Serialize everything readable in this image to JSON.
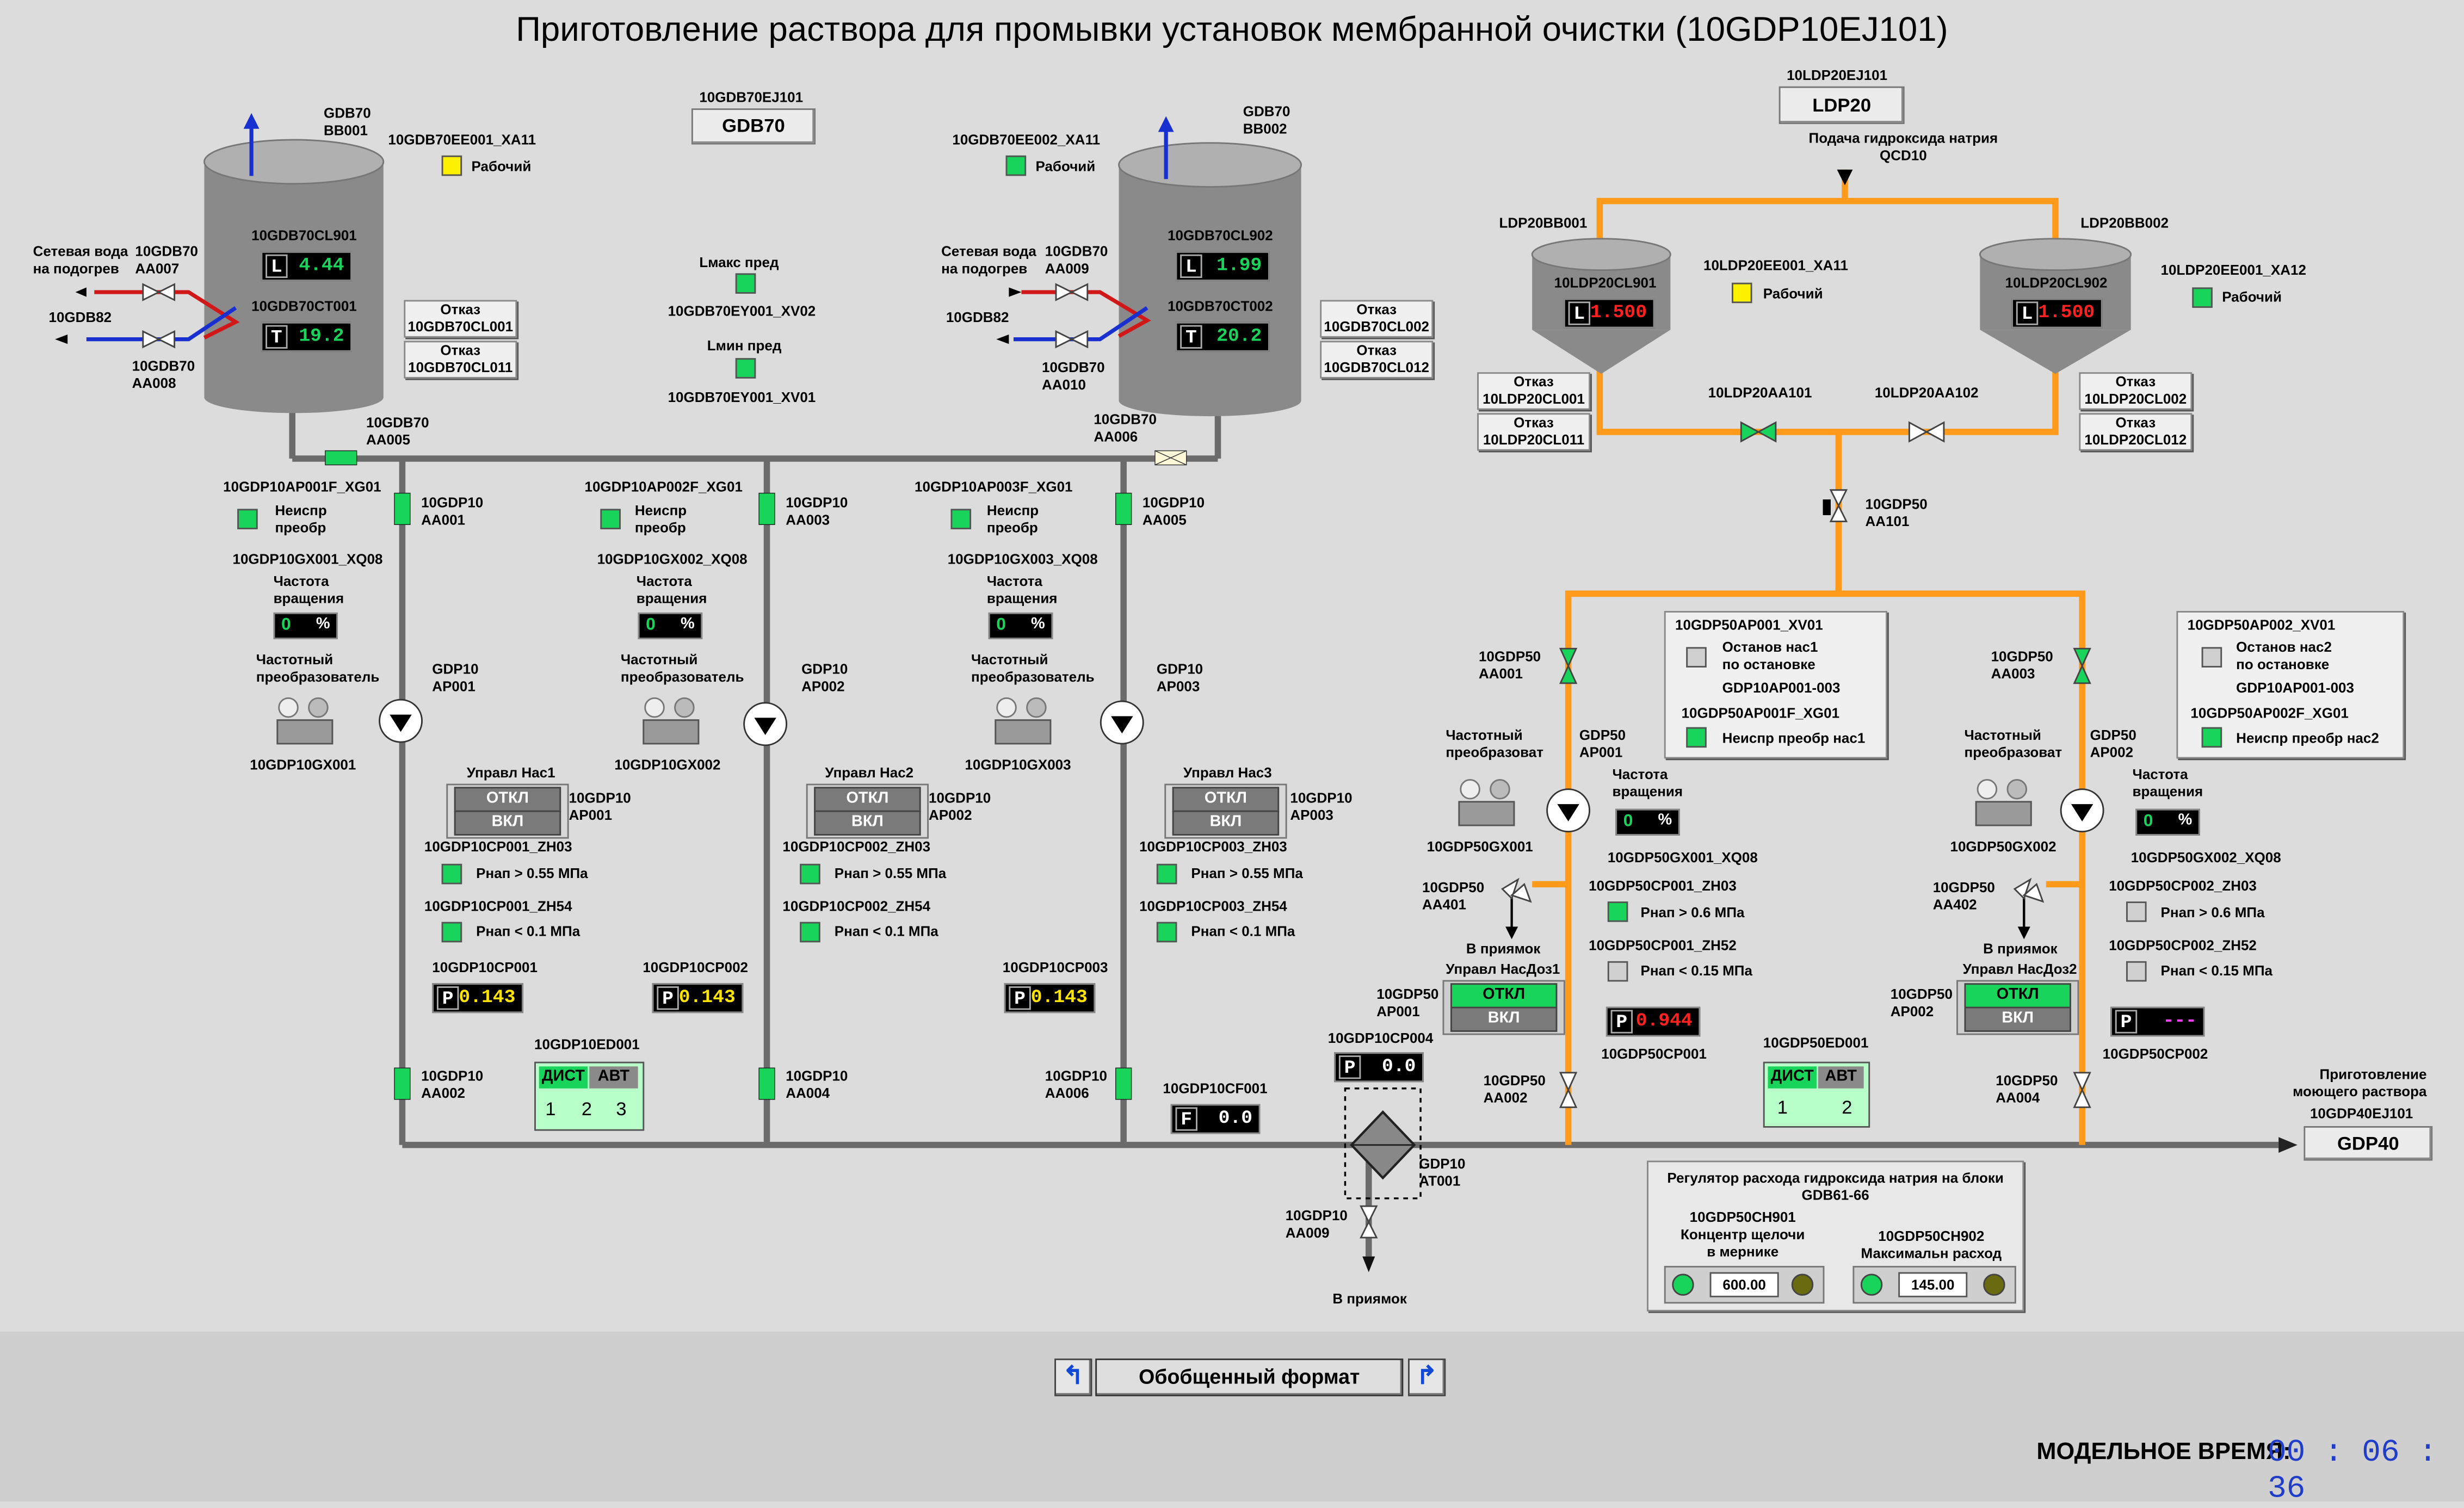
{
  "title": "Приготовление раствора для промывки установок мембранной очистки (10GDP10EJ101)",
  "tags": {
    "gdb70": {
      "code": "10GDB70EJ101",
      "label": "GDB70"
    },
    "ldp20": {
      "code": "10LDP20EJ101",
      "label": "LDP20"
    },
    "gdp40": {
      "label": "GDP40"
    }
  },
  "naoh_feed": [
    "Подача гидроксида натрия",
    "QCD10"
  ],
  "tanks": [
    {
      "name": "GDB70\nBB001",
      "status_tag": "10GDB70EE001_XA11",
      "status": "Рабочий",
      "status_color": "yellow",
      "level_tag": "10GDB70CL901",
      "level": "4.44",
      "temp_tag": "10GDB70CT001",
      "temp": "19.2",
      "faults": [
        [
          "Отказ",
          "10GDB70CL001"
        ],
        [
          "Отказ",
          "10GDB70CL011"
        ]
      ],
      "valves": [
        "10GDB70\nAA007",
        "10GDB70\nAA008"
      ]
    },
    {
      "name": "GDB70\nBB002",
      "status_tag": "10GDB70EE002_XA11",
      "status": "Рабочий",
      "status_color": "green",
      "level_tag": "10GDB70CL902",
      "level": "1.99",
      "temp_tag": "10GDB70CT002",
      "temp": "20.2",
      "faults": [
        [
          "Отказ",
          "10GDB70CL002"
        ],
        [
          "Отказ",
          "10GDB70CL012"
        ]
      ],
      "valves": [
        "10GDB70\nAA009",
        "10GDB70\nAA010"
      ]
    }
  ],
  "heating": {
    "in": "Сетевая вода\nна подогрев",
    "out": "10GDB82"
  },
  "limits": [
    {
      "label": "Lмакс пред",
      "tag": "10GDB70EY001_XV02"
    },
    {
      "label": "Lмин пред",
      "tag": "10GDB70EY001_XV01"
    }
  ],
  "header_valves": [
    "10GDB70\nAA005",
    "10GDB70\nAA006"
  ],
  "pumps": [
    {
      "fault_tag": "10GDP10AP001F_XG01",
      "fault": "Неиспр\nпреобр",
      "freq_tag": "10GDP10GX001_XQ08",
      "freq_label": "Частота\nвращения",
      "freq": "0",
      "unit": "%",
      "drive_label": "Частотный\nпреобразователь",
      "drive_tag": "10GDP10GX001",
      "pump_label": "GDP10\nAP001",
      "valve_in": "10GDP10\nAA001",
      "valve_out": "10GDP10\nAA002",
      "ctrl_title": "Управл Нас1",
      "ctrl_tag": "10GDP10\nAP001",
      "off": "ОТКЛ",
      "on": "ВКЛ",
      "p_hi_tag": "10GDP10CP001_ZH03",
      "p_hi": "Pнап > 0.55 МПа",
      "p_lo_tag": "10GDP10CP001_ZH54",
      "p_lo": "Pнап < 0.1 МПа",
      "p_tag": "10GDP10CP001",
      "p": "0.143"
    },
    {
      "fault_tag": "10GDP10AP002F_XG01",
      "fault": "Неиспр\nпреобр",
      "freq_tag": "10GDP10GX002_XQ08",
      "freq_label": "Частота\nвращения",
      "freq": "0",
      "unit": "%",
      "drive_label": "Частотный\nпреобразователь",
      "drive_tag": "10GDP10GX002",
      "pump_label": "GDP10\nAP002",
      "valve_in": "10GDP10\nAA003",
      "valve_out": "10GDP10\nAA004",
      "ctrl_title": "Управл Нас2",
      "ctrl_tag": "10GDP10\nAP002",
      "off": "ОТКЛ",
      "on": "ВКЛ",
      "p_hi_tag": "10GDP10CP002_ZH03",
      "p_hi": "Pнап > 0.55 МПа",
      "p_lo_tag": "10GDP10CP002_ZH54",
      "p_lo": "Pнап < 0.1 МПа",
      "p_tag": "10GDP10CP002",
      "p": "0.143"
    },
    {
      "fault_tag": "10GDP10AP003F_XG01",
      "fault": "Неиспр\nпреобр",
      "freq_tag": "10GDP10GX003_XQ08",
      "freq_label": "Частота\nвращения",
      "freq": "0",
      "unit": "%",
      "drive_label": "Частотный\nпреобразователь",
      "drive_tag": "10GDP10GX003",
      "pump_label": "GDP10\nAP003",
      "valve_in": "10GDP10\nAA005",
      "valve_out": "10GDP10\nAA006",
      "ctrl_title": "Управл Нас3",
      "ctrl_tag": "10GDP10\nAP003",
      "off": "ОТКЛ",
      "on": "ВКЛ",
      "p_hi_tag": "10GDP10CP003_ZH03",
      "p_hi": "Pнап > 0.55 МПа",
      "p_lo_tag": "10GDP10CP003_ZH54",
      "p_lo": "Pнап < 0.1 МПа",
      "p_tag": "10GDP10CP003",
      "p": "0.143"
    }
  ],
  "mode1": {
    "tag": "10GDP10ED001",
    "dist": "ДИСТ",
    "auto": "АВТ",
    "nums": [
      "1",
      "2",
      "3"
    ]
  },
  "mode2": {
    "tag": "10GDP50ED001",
    "dist": "ДИСТ",
    "auto": "АВТ",
    "nums": [
      "1",
      "2"
    ]
  },
  "common": {
    "p_tag": "10GDP10CP004",
    "p": "0.0",
    "f_tag": "10GDP10CF001",
    "f": "0.0",
    "filter": "GDP10\nAT001",
    "drain_valve": "10GDP10\nAA009",
    "drain": "В приямок",
    "out_label": "Приготовление\nмоющего раствора",
    "out_tag": "10GDP40EJ101"
  },
  "ldp": {
    "tanks": [
      {
        "name": "LDP20BB001",
        "level_tag": "10LDP20CL901",
        "level": "1.500",
        "faults": [
          [
            "Отказ",
            "10LDP20CL001"
          ],
          [
            "Отказ",
            "10LDP20CL011"
          ]
        ]
      },
      {
        "name": "LDP20BB002",
        "level_tag": "10LDP20CL902",
        "level": "1.500",
        "faults": [
          [
            "Отказ",
            "10LDP20CL002"
          ],
          [
            "Отказ",
            "10LDP20CL012"
          ]
        ]
      }
    ],
    "status1_tag": "10LDP20EE001_XA11",
    "status1": "Рабочий",
    "status2_tag": "10LDP20EE001_XA12",
    "status2": "Рабочий",
    "valves": [
      "10LDP20AA101",
      "10LDP20AA102"
    ],
    "valve_main": "10GDP50\nAA101"
  },
  "dosing": [
    {
      "info_tags": [
        "10GDP50AP001_XV01"
      ],
      "stop": "Останов нас1\nпо остановке",
      "stop_tag": "GDP10AP001-003",
      "fault_tag": "10GDP50AP001F_XG01",
      "fault": "Неиспр преобр нас1",
      "valve_top": "10GDP50\nAA001",
      "valve_bot": "10GDP50\nAA002",
      "drive_label": "Частотный\nпреобразоват",
      "drive_tag": "10GDP50GX001",
      "pump_label": "GDP50\nAP001",
      "freq_label": "Частота\nвращения",
      "freq": "0",
      "unit": "%",
      "freq_tag": "10GDP50GX001_XQ08",
      "p_hi_tag": "10GDP50CP001_ZH03",
      "p_hi": "Pнап > 0.6 МПа",
      "p_lo_tag": "10GDP50CP001_ZH52",
      "p_lo": "Pнап < 0.15 МПа",
      "p": "0.944",
      "p_tag": "10GDP50CP001",
      "ret_valve": "10GDP50\nAA401",
      "drain": "В приямок",
      "ctrl_title": "Управл НасДоз1",
      "ctrl_tag": "10GDP50\nAP001",
      "off": "ОТКЛ",
      "on": "ВКЛ"
    },
    {
      "info_tags": [
        "10GDP50AP002_XV01"
      ],
      "stop": "Останов нас2\nпо остановке",
      "stop_tag": "GDP10AP001-003",
      "fault_tag": "10GDP50AP002F_XG01",
      "fault": "Неиспр преобр нас2",
      "valve_top": "10GDP50\nAA003",
      "valve_bot": "10GDP50\nAA004",
      "drive_label": "Частотный\nпреобразоват",
      "drive_tag": "10GDP50GX002",
      "pump_label": "GDP50\nAP002",
      "freq_label": "Частота\nвращения",
      "freq": "0",
      "unit": "%",
      "freq_tag": "10GDP50GX002_XQ08",
      "p_hi_tag": "10GDP50CP002_ZH03",
      "p_hi": "Pнап > 0.6 МПа",
      "p_lo_tag": "10GDP50CP002_ZH52",
      "p_lo": "Pнап < 0.15 МПа",
      "p": "---",
      "p_tag": "10GDP50CP002",
      "ret_valve": "10GDP50\nAA402",
      "drain": "В приямок",
      "ctrl_title": "Управл НасДоз2",
      "ctrl_tag": "10GDP50\nAP002",
      "off": "ОТКЛ",
      "on": "ВКЛ"
    }
  ],
  "regulator": {
    "title": "Регулятор расхода гидроксида натрия на блоки\nGDB61-66",
    "a_label": "10GDP50CH901\nКонцентр щелочи\nв мернике",
    "a_value": "600.00",
    "b_label": "10GDP50CH902\nМаксимальн расход",
    "b_value": "145.00"
  },
  "footer": {
    "format": "Обобщенный формат",
    "clock_label": "МОДЕЛЬНОЕ ВРЕМЯ:",
    "clock": "00 : 06 : 36"
  },
  "colors": {
    "pipe": "#6b6b6b",
    "naoh": "#ff9a1a",
    "ok": "#19d45a",
    "hot": "#d01818",
    "cold": "#1830d0",
    "value_green": "#19d45a",
    "value_yellow": "#ffe400",
    "value_red": "#ff2020"
  }
}
